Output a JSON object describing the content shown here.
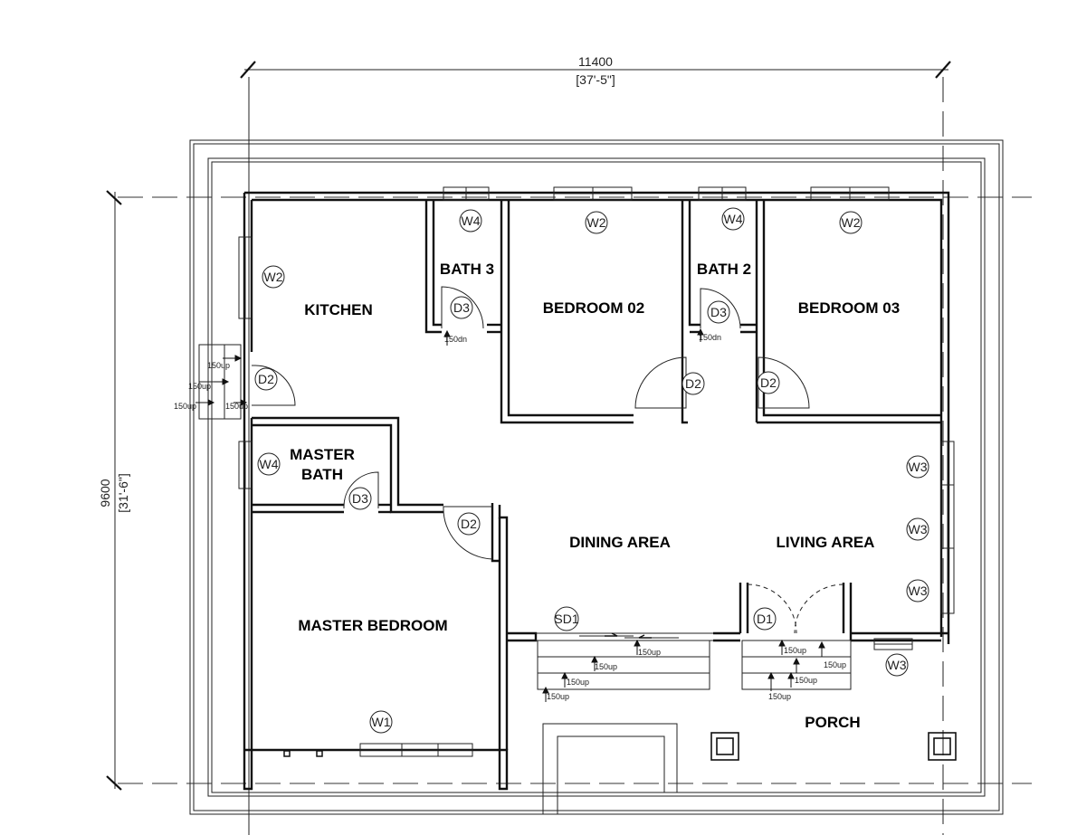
{
  "rooms": {
    "kitchen": "KITCHEN",
    "bath3": "BATH 3",
    "bedroom02": "BEDROOM 02",
    "bath2": "BATH 2",
    "bedroom03": "BEDROOM 03",
    "master_bath_line1": "MASTER",
    "master_bath_line2": "BATH",
    "dining": "DINING AREA",
    "living": "LIVING AREA",
    "master_bedroom": "MASTER BEDROOM",
    "porch": "PORCH"
  },
  "dimensions": {
    "width_mm": "11400",
    "width_ft": "[37'-5\"]",
    "height_mm": "9600",
    "height_ft": "[31'-6\"]"
  },
  "tags": {
    "w1": "W1",
    "w2": "W2",
    "w3": "W3",
    "w4": "W4",
    "d1": "D1",
    "d2": "D2",
    "d3": "D3",
    "sd1": "SD1"
  },
  "steps": {
    "up": "150up",
    "dn": "150dn"
  }
}
